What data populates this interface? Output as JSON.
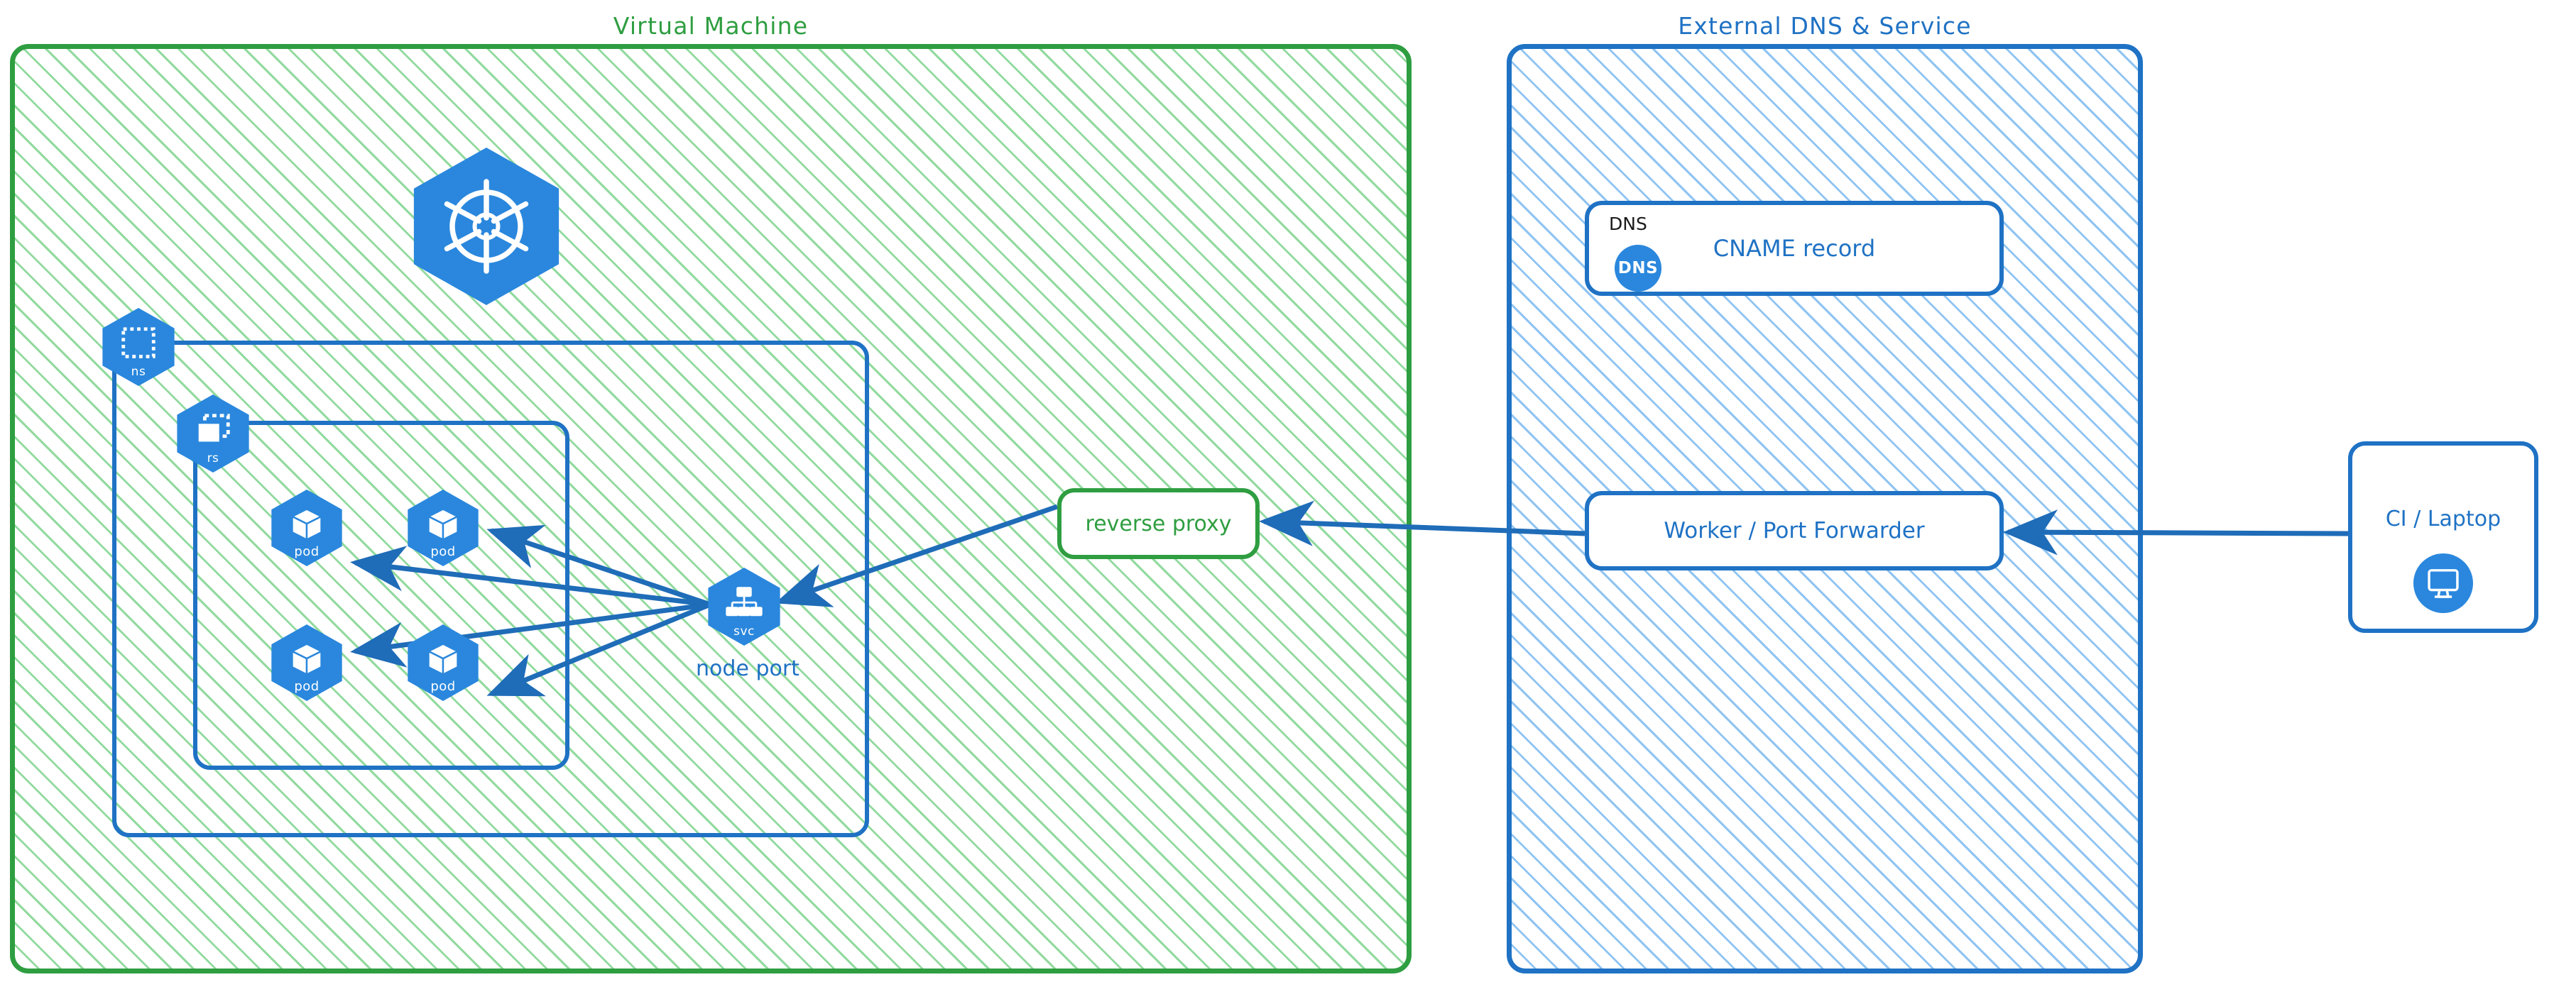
{
  "groups": {
    "vm": {
      "title": "Virtual Machine",
      "color": "#2f9e41"
    },
    "external": {
      "title": "External DNS & Service",
      "color": "#1f72c4"
    }
  },
  "vm": {
    "k8s_logo": {
      "icon": "kubernetes-wheel-icon"
    },
    "namespace": {
      "tag": "ns",
      "icon": "namespace-dashed-square-icon"
    },
    "replicaset": {
      "tag": "rs",
      "icon": "replicaset-stacked-squares-icon"
    },
    "pods": [
      {
        "tag": "pod",
        "icon": "pod-cube-icon"
      },
      {
        "tag": "pod",
        "icon": "pod-cube-icon"
      },
      {
        "tag": "pod",
        "icon": "pod-cube-icon"
      },
      {
        "tag": "pod",
        "icon": "pod-cube-icon"
      }
    ],
    "service": {
      "tag": "svc",
      "icon": "service-tree-icon",
      "caption": "node port"
    },
    "reverse_proxy": {
      "label": "reverse proxy"
    }
  },
  "external": {
    "dns_record": {
      "tag": "DNS",
      "chip_label": "DNS",
      "label": "CNAME record",
      "icon": "dns-circle-icon"
    },
    "worker": {
      "label": "Worker / Port Forwarder"
    }
  },
  "client": {
    "label": "CI / Laptop",
    "icon": "desktop-monitor-icon"
  },
  "edges": [
    {
      "from": "service",
      "to": "pod-1",
      "style": "arrow"
    },
    {
      "from": "service",
      "to": "pod-2",
      "style": "arrow"
    },
    {
      "from": "service",
      "to": "pod-3",
      "style": "arrow"
    },
    {
      "from": "service",
      "to": "pod-4",
      "style": "arrow"
    },
    {
      "from": "reverse-proxy",
      "to": "service",
      "style": "arrow"
    },
    {
      "from": "worker",
      "to": "reverse-proxy",
      "style": "arrow"
    },
    {
      "from": "ci-laptop",
      "to": "worker",
      "style": "arrow"
    }
  ],
  "colors": {
    "green": "#2f9e41",
    "green_hatch": "#6dcd7f",
    "blue": "#1f72c4",
    "blue_hatch": "#7cbaef",
    "k8s_blue": "#2a87dd",
    "black": "#1b1b1b"
  }
}
